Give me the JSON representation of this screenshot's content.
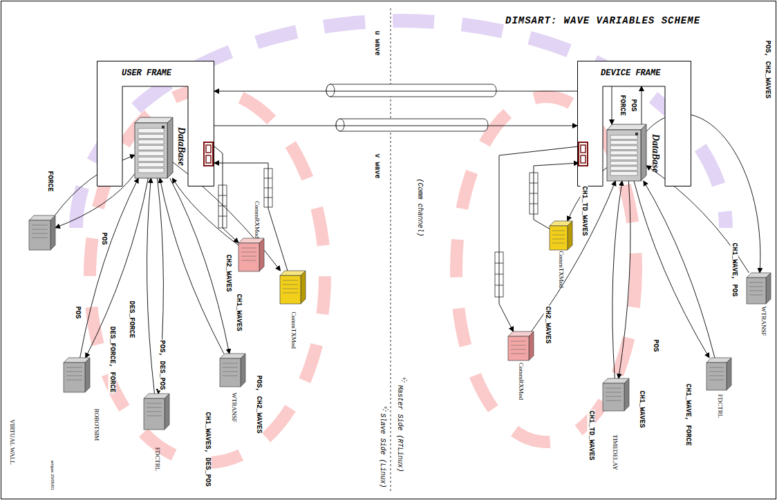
{
  "diagram": {
    "title": "DIMSART: WAVE VARIABLES SCHEME",
    "nodes": [
      {
        "text": [
          "USER FRAME"
        ]
      },
      {
        "text": [
          "DEVICE FRAME"
        ]
      },
      {
        "text": [
          "DataBase"
        ],
        "in": 0
      },
      {
        "text": [
          "DataBase"
        ],
        "in": 1
      },
      {
        "text": [
          "VIRTUAL WALL"
        ]
      },
      {
        "text": [
          "ROBOTSIM"
        ]
      },
      {
        "text": [
          "FDCTRL"
        ]
      },
      {
        "text": [
          "WTRANSF"
        ]
      },
      {
        "text": [
          "CommTXMod"
        ]
      },
      {
        "text": [
          "CommRXMod"
        ]
      },
      {
        "text": [
          "CommTXMod"
        ]
      },
      {
        "text": [
          "CommRXMod"
        ]
      },
      {
        "text": [
          "WTRANSF"
        ]
      },
      {
        "text": [
          "FDCTRL"
        ]
      },
      {
        "text": [
          "TIMEDELAY"
        ]
      }
    ],
    "edges": [
      {
        "from": 1,
        "to": 0,
        "arrow": "to",
        "label": "u wave"
      },
      {
        "from": 0,
        "to": 1,
        "arrow": "to",
        "label": "v wave"
      },
      {
        "from": 4,
        "to": 2,
        "arrow": "to",
        "label": "FORCE"
      },
      {
        "from": 2,
        "to": 4,
        "arrow": "to",
        "label": "POS"
      },
      {
        "from": 5,
        "to": 2,
        "arrow": "to",
        "label": "POS"
      },
      {
        "from": 2,
        "to": 5,
        "arrow": "to",
        "label": "DES_FORCE, FORCE"
      },
      {
        "from": 6,
        "to": 2,
        "arrow": "to",
        "label": "DES_FORCE"
      },
      {
        "from": 2,
        "to": 6,
        "arrow": "to",
        "label": "POS, DES_POS"
      },
      {
        "from": 7,
        "to": 2,
        "arrow": "to",
        "label": "CH1_WAVES, DES_POS"
      },
      {
        "from": 2,
        "to": 7,
        "arrow": "to",
        "label": "POS, CH2_WAVES"
      },
      {
        "from": 2,
        "to": 8,
        "arrow": "to",
        "label": "CH1_WAVES"
      },
      {
        "from": 9,
        "to": 2,
        "arrow": "to",
        "label": "CH2_WAVES"
      },
      {
        "from": 8,
        "to": 0,
        "arrow": "to"
      },
      {
        "from": 0,
        "to": 9,
        "arrow": "to"
      },
      {
        "from": 1,
        "to": 3,
        "arrow": "to",
        "label": "FORCE"
      },
      {
        "from": 3,
        "to": 1,
        "arrow": "to",
        "label": "POS"
      },
      {
        "from": 3,
        "to": 12,
        "arrow": "to",
        "label": "POS, CH2_WAVES"
      },
      {
        "from": 12,
        "to": 3,
        "arrow": "to",
        "label": "CH1_WAVE, POS"
      },
      {
        "from": 13,
        "to": 3,
        "arrow": "to",
        "label": "CH1_WAVE, FORCE"
      },
      {
        "from": 3,
        "to": 13,
        "arrow": "to",
        "label": "POS"
      },
      {
        "from": 3,
        "to": 14,
        "arrow": "to",
        "label": "CH1_WAVES"
      },
      {
        "from": 14,
        "to": 3,
        "arrow": "to",
        "label": "CH1_TD_WAVES"
      },
      {
        "from": 3,
        "to": 10,
        "arrow": "to",
        "label": "CH1_TD_WAVES"
      },
      {
        "from": 11,
        "to": 3,
        "arrow": "to",
        "label": "CH2_WAVES"
      },
      {
        "from": 10,
        "to": 1,
        "arrow": "to"
      },
      {
        "from": 1,
        "to": 11,
        "arrow": "to"
      }
    ],
    "labels": [
      "(Comm channel)",
      "Master Side (RTLinux)",
      "Slave Side (Linux)",
      "artigas 20/05/03"
    ]
  }
}
